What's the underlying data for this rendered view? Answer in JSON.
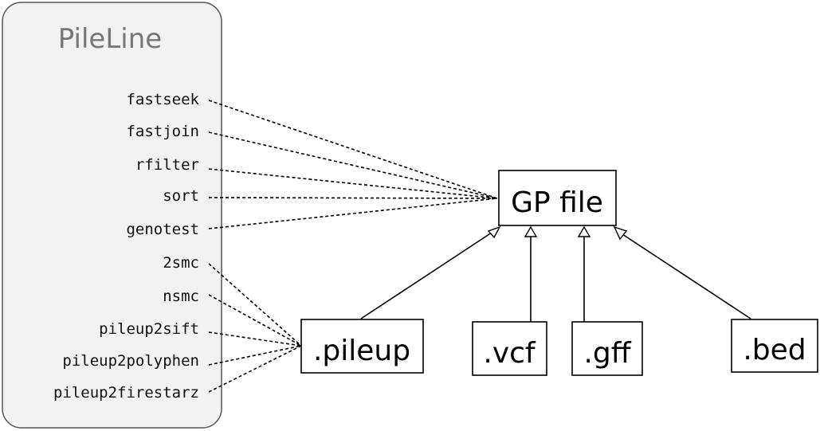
{
  "panel": {
    "title": "PileLine",
    "commands_group_a": [
      "fastseek",
      "fastjoin",
      "rfilter",
      "sort",
      "genotest"
    ],
    "commands_group_b": [
      "2smc",
      "nsmc",
      "pileup2sift",
      "pileup2polyphen",
      "pileup2firestarz"
    ]
  },
  "target": {
    "label": "GP file"
  },
  "formats": [
    ".pileup",
    ".vcf",
    ".gff",
    ".bed"
  ],
  "colors": {
    "panel_fill": "#f2f2f2",
    "panel_border": "#555555",
    "title_text": "#777777",
    "line": "#000000"
  }
}
